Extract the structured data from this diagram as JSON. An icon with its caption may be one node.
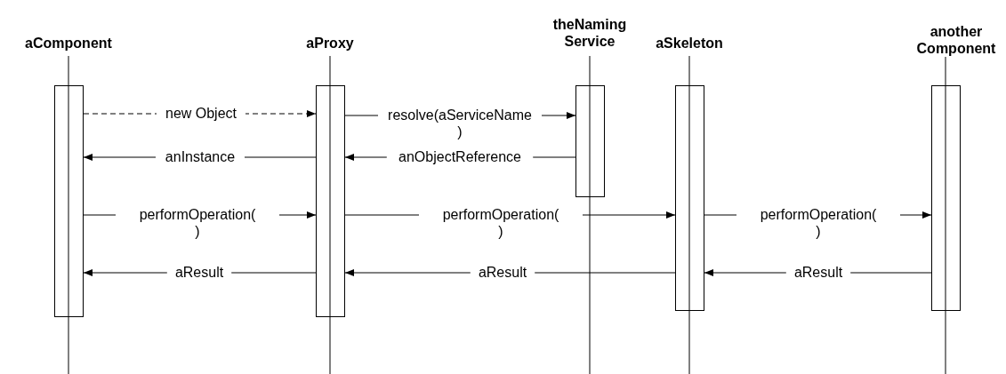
{
  "diagram": {
    "nodes": [
      {
        "text": [
          "aComponent"
        ]
      },
      {
        "text": [
          "aProxy"
        ]
      },
      {
        "text": [
          "theNaming Service"
        ]
      },
      {
        "text": [
          "aSkeleton"
        ]
      },
      {
        "text": [
          "another Component"
        ]
      },
      {
        "text": [],
        "shape": "bar"
      },
      {
        "text": [],
        "shape": "bar"
      },
      {
        "text": [],
        "shape": "bar"
      },
      {
        "text": [],
        "shape": "bar"
      },
      {
        "text": [],
        "shape": "bar"
      }
    ],
    "edges": [
      {
        "from": 5,
        "to": 6,
        "arrow": "to",
        "label": "new Object",
        "style": "dashed"
      },
      {
        "from": 6,
        "to": 7,
        "arrow": "to",
        "label": "resolve(aServiceName )"
      },
      {
        "from": 7,
        "to": 6,
        "arrow": "to",
        "label": "anObjectReference"
      },
      {
        "from": 6,
        "to": 5,
        "arrow": "to",
        "label": "anInstance"
      },
      {
        "from": 5,
        "to": 6,
        "arrow": "to",
        "label": "performOperation( )"
      },
      {
        "from": 6,
        "to": 8,
        "arrow": "to",
        "label": "performOperation( )"
      },
      {
        "from": 8,
        "to": 9,
        "arrow": "to",
        "label": "performOperation( )"
      },
      {
        "from": 9,
        "to": 8,
        "arrow": "to",
        "label": "aResult"
      },
      {
        "from": 8,
        "to": 6,
        "arrow": "to",
        "label": "aResult"
      },
      {
        "from": 6,
        "to": 5,
        "arrow": "to",
        "label": "aResult"
      }
    ]
  }
}
